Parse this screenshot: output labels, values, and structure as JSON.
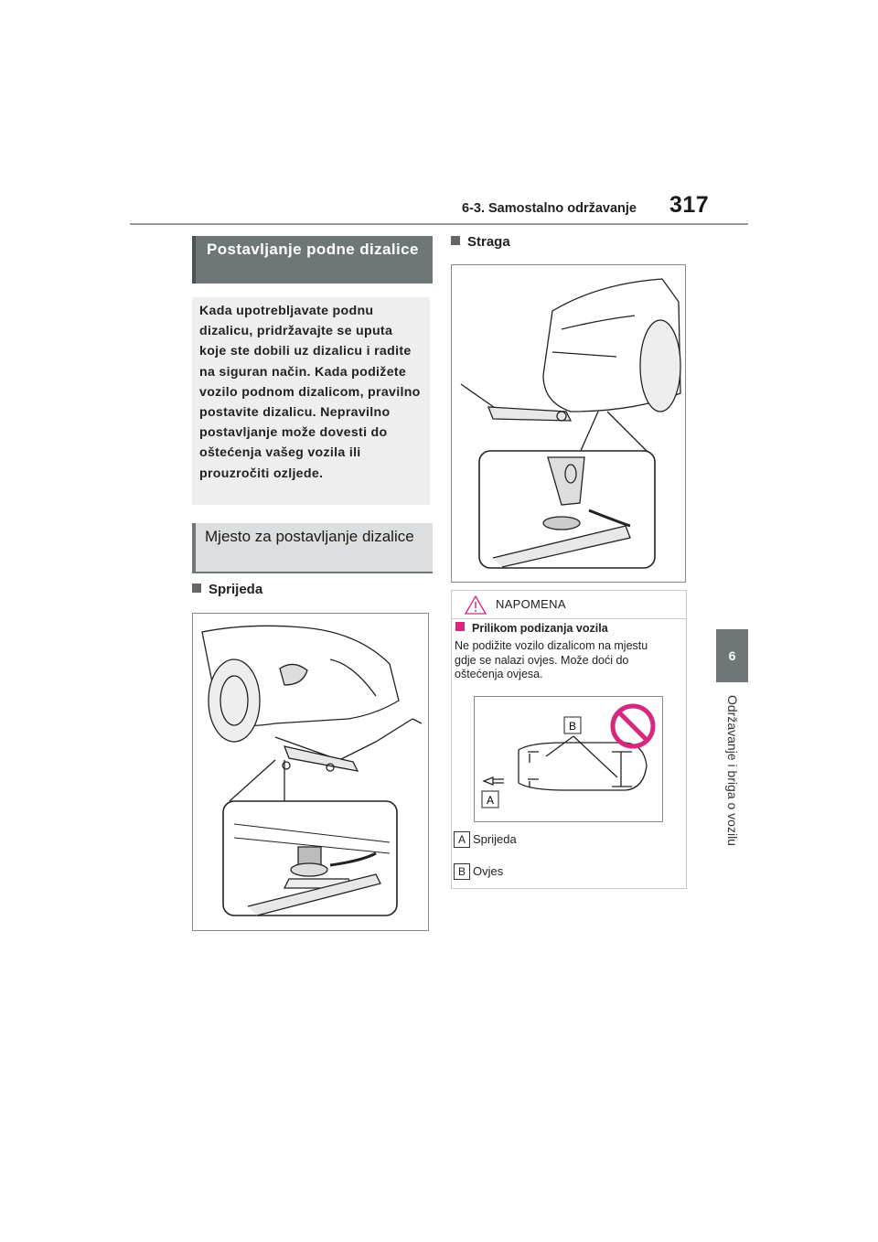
{
  "header": {
    "section": "6-3. Samostalno održavanje",
    "page_number": "317"
  },
  "side_tab": {
    "chapter_number": "6",
    "chapter_title": "Održavanje i briga o vozilu"
  },
  "section_box": {
    "title": "Postavljanje podne dizalice"
  },
  "intro_box": {
    "text": "Kada upotrebljavate podnu dizalicu, pridržavajte se uputa koje ste dobili uz dizalicu i radite na siguran način. Kada podižete vozilo podnom dizalicom, pravilno postavite dizalicu. Nepravilno postavljanje može dovesti do oštećenja vašeg vozila ili prouzročiti ozljede."
  },
  "subsection_box": {
    "title": "Mjesto za postavljanje dizalice"
  },
  "front": {
    "heading": "Sprijeda"
  },
  "rear": {
    "heading": "Straga"
  },
  "notice": {
    "header": "NAPOMENA",
    "title": "Prilikom podizanja vozila",
    "body": "Ne podižite vozilo dizalicom na mjestu gdje se nalazi ovjes. Može doći do oštećenja ovjesa.",
    "diagram_labels": {
      "a": "A",
      "b": "B"
    },
    "legend": [
      {
        "key": "A",
        "text": "Sprijeda"
      },
      {
        "key": "B",
        "text": "Ovjes"
      }
    ]
  },
  "colors": {
    "header_box": "#6e7677",
    "light_box": "#eeeeef",
    "mid_box": "#dcdedf",
    "accent_pink": "#d6287f",
    "prohibit": "#d6287f"
  }
}
